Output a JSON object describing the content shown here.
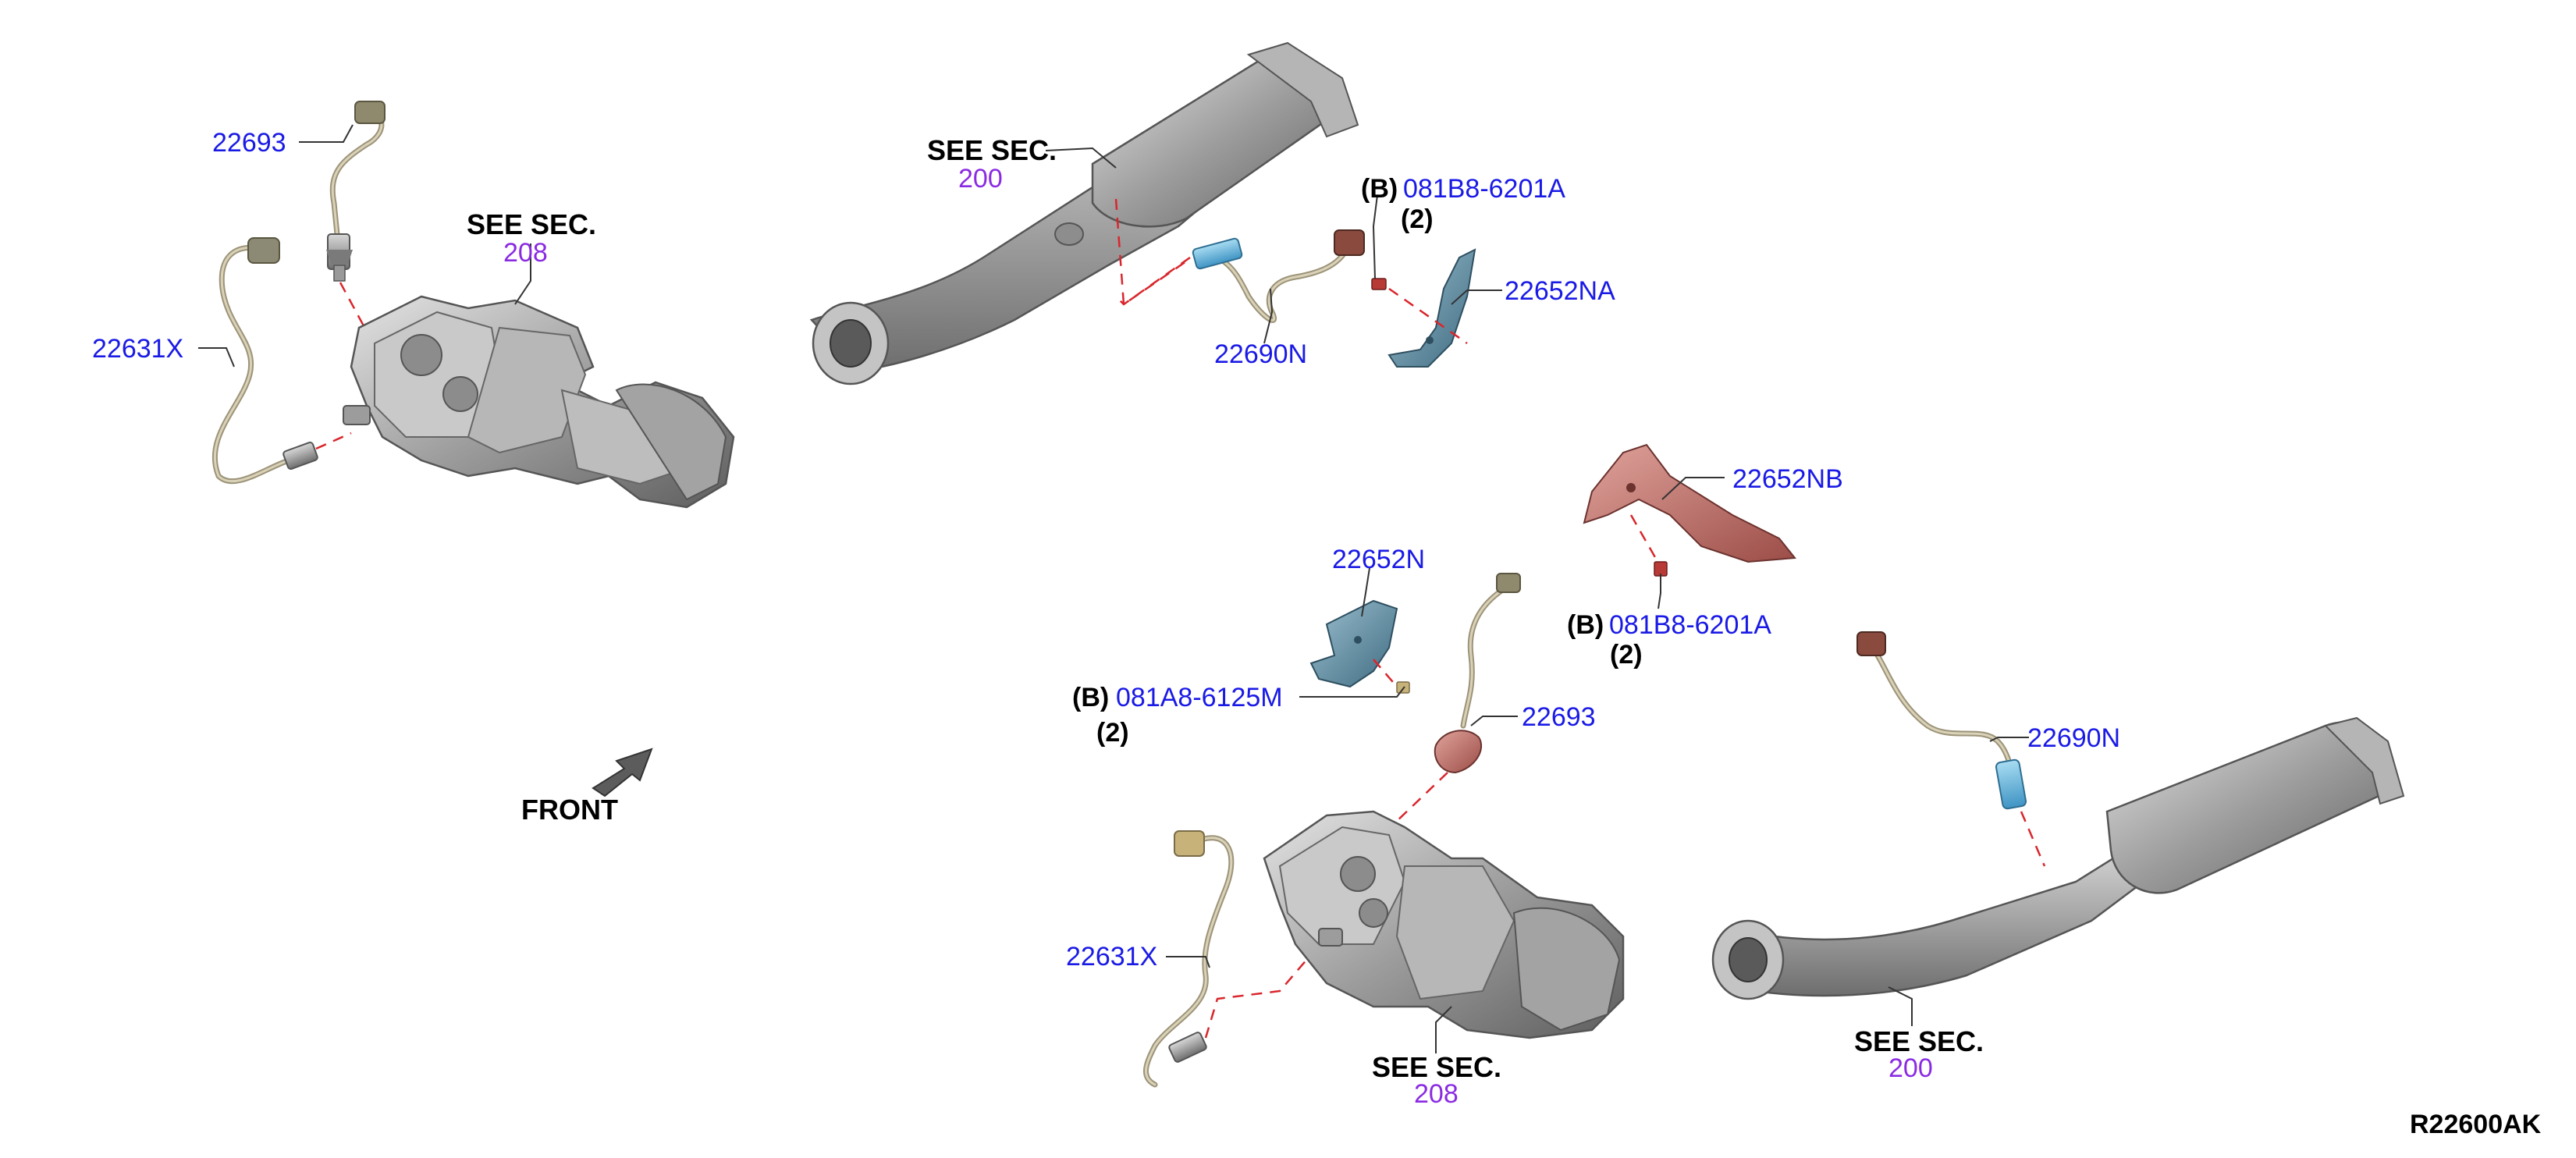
{
  "labels": {
    "p22693_top": "22693",
    "p22631x_top": "22631X",
    "see_sec_top_left": "SEE SEC.",
    "sec_208_top": "208",
    "see_sec_top_center": "SEE SEC.",
    "sec_200_top": "200",
    "ref_b_top": "(B)",
    "p081b8_top": "081B8-6201A",
    "qty_top": "(2)",
    "p22652na": "22652NA",
    "p22690n_top": "22690N",
    "p22652nb": "22652NB",
    "p22652n": "22652N",
    "ref_b_mid": "(B)",
    "p081b8_mid": "081B8-6201A",
    "qty_mid": "(2)",
    "ref_b_low": "(B)",
    "p081a8": "081A8-6125M",
    "qty_low": "(2)",
    "p22693_bottom": "22693",
    "p22690n_bottom": "22690N",
    "p22631x_bottom": "22631X",
    "see_sec_bottom_center": "SEE SEC.",
    "sec_208_bottom": "208",
    "see_sec_bottom_right": "SEE SEC.",
    "sec_200_bottom": "200",
    "front": "FRONT",
    "diagram_code": "R22600AK"
  },
  "colors": {
    "part_number": "#1a1ae6",
    "section_number": "#8a2be2",
    "guide_dash": "#d9262c",
    "sensor_blue": "#5fb3d9",
    "bracket_red": "#c0706a",
    "bracket_teal": "#4f7f95",
    "metal": "#a8a8a8"
  },
  "icons": [
    "front-arrow-icon"
  ]
}
